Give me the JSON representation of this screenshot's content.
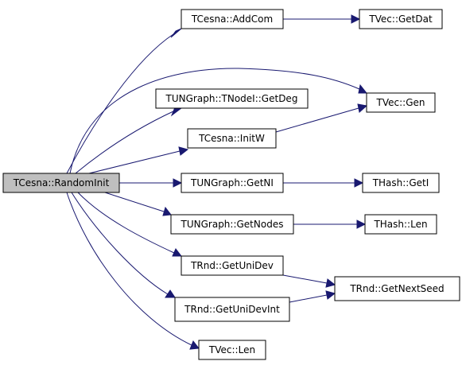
{
  "graph": {
    "colors": {
      "node_fill": "#ffffff",
      "root_fill": "#bfbfbf",
      "edge": "#191970",
      "border": "#000000"
    },
    "nodes": {
      "random_init": "TCesna::RandomInit",
      "add_com": "TCesna::AddCom",
      "get_dat": "TVec::GetDat",
      "get_deg": "TUNGraph::TNodeI::GetDeg",
      "gen": "TVec::Gen",
      "init_w": "TCesna::InitW",
      "get_ni": "TUNGraph::GetNI",
      "hash_get_i": "THash::GetI",
      "get_nodes": "TUNGraph::GetNodes",
      "hash_len": "THash::Len",
      "get_uni_dev": "TRnd::GetUniDev",
      "get_next_seed": "TRnd::GetNextSeed",
      "get_uni_dev_int": "TRnd::GetUniDevInt",
      "vec_len": "TVec::Len"
    },
    "edges": [
      {
        "from": "random_init",
        "to": "add_com"
      },
      {
        "from": "random_init",
        "to": "gen"
      },
      {
        "from": "random_init",
        "to": "get_deg"
      },
      {
        "from": "random_init",
        "to": "init_w"
      },
      {
        "from": "random_init",
        "to": "get_ni"
      },
      {
        "from": "random_init",
        "to": "get_nodes"
      },
      {
        "from": "random_init",
        "to": "get_uni_dev"
      },
      {
        "from": "random_init",
        "to": "get_uni_dev_int"
      },
      {
        "from": "random_init",
        "to": "vec_len"
      },
      {
        "from": "add_com",
        "to": "get_dat"
      },
      {
        "from": "init_w",
        "to": "gen"
      },
      {
        "from": "get_ni",
        "to": "hash_get_i"
      },
      {
        "from": "get_nodes",
        "to": "hash_len"
      },
      {
        "from": "get_uni_dev",
        "to": "get_next_seed"
      },
      {
        "from": "get_uni_dev_int",
        "to": "get_next_seed"
      }
    ]
  }
}
